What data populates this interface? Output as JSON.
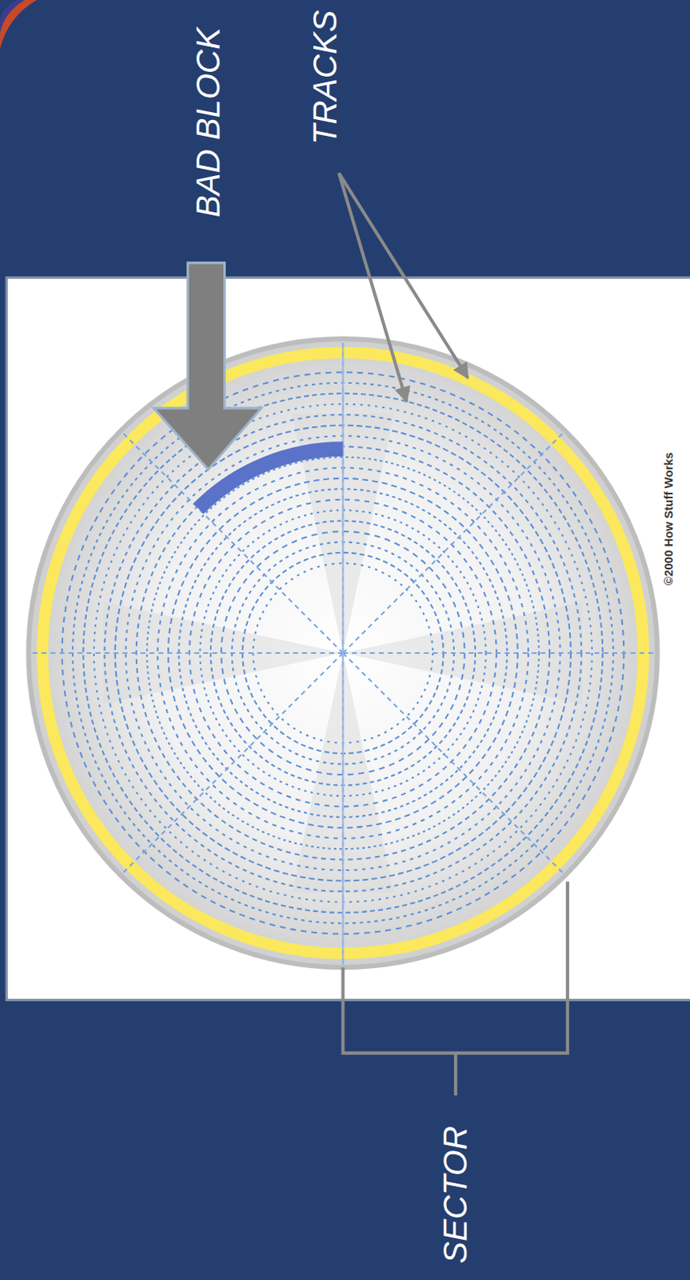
{
  "diagram": {
    "labels": [
      "BAD BLOCK",
      "TRACKS",
      "SECTOR",
      "©2000 How Stuff Works"
    ]
  }
}
